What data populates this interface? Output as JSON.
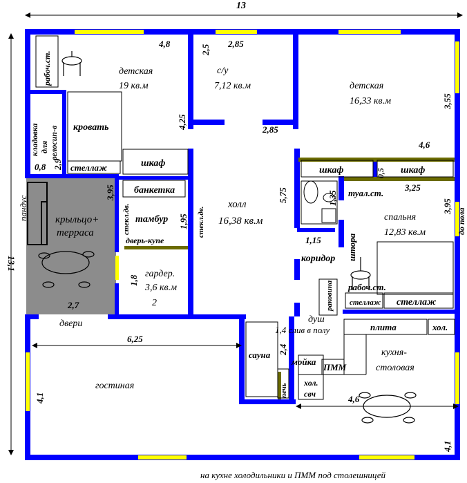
{
  "rooms": {
    "detskaya1_name": "детская",
    "detskaya1_area": "19 кв.м",
    "su_name": "с/у",
    "su_area": "7,12 кв.м",
    "detskaya2_name": "детская",
    "detskaya2_area": "16,33 кв.м",
    "kladovka_1": "кладовка",
    "kladovka_2": "для",
    "kladovka_3": "велосип-в",
    "krovat": "кровать",
    "stellazh1": "стеллаж",
    "shkaf1": "шкаф",
    "shkaf2": "шкаф",
    "shkaf3": "шкаф",
    "banketka": "банкетка",
    "tambur": "тамбур",
    "dver_kupe": "дверь-купе",
    "stekl1": "стекл.дв.",
    "stekl2": "стекл.дв.",
    "kryltso_1": "крыльцо+",
    "kryltso_2": "терраса",
    "garder_name": "гардер.",
    "garder_area": "3,6 кв.м",
    "garder_num": "2",
    "holl_name": "холл",
    "holl_area": "16,38 кв.м",
    "tual": "туал.ст.",
    "spalnya_name": "спальня",
    "spalnya_area": "12,83 кв.м",
    "koridor": "коридор",
    "shtora": "штора",
    "rabst1": "рабоч.ст.",
    "rabst2": "рабоч.ст.",
    "stellazh2": "стеллаж",
    "stellazh3": "стеллаж",
    "rakovina": "раковина",
    "dush": "душ",
    "sliv": "1,4 слив в полу",
    "plita": "плита",
    "hol1": "хол.",
    "sauna": "сауна",
    "pech": "печь",
    "moyka": "мойка",
    "pmm": "ПММ",
    "hol2": "хол.",
    "svch": "свч",
    "kuhnya_1": "кухня-",
    "kuhnya_2": "столовая",
    "gostinaya": "гостиная",
    "dveri": "двери",
    "do_pola": "до пола",
    "pandus": "пандус",
    "note": "на кухне холодильники и ПММ под столешницей"
  },
  "dimensions": {
    "top_total": "13",
    "left_total": "13,1",
    "d_4_8": "4,8",
    "d_2_5": "2,5",
    "d_2_85a": "2,85",
    "d_2_85b": "2,85",
    "d_4_25": "4,25",
    "d_3_55": "3,55",
    "d_4_6a": "4,6",
    "d_0_8": "0,8",
    "d_2_9": "2,9",
    "d_3_95a": "3,95",
    "d_1_95": "1,95",
    "d_5_75": "5,75",
    "d_1_35": "1,35",
    "d_0_5": "0,5",
    "d_3_25": "3,25",
    "d_3_95b": "3,95",
    "d_1_15": "1,15",
    "d_1_8": "1,8",
    "d_2_7": "2,7",
    "d_6_25": "6,25",
    "d_2_4": "2,4",
    "d_4_6b": "4,6",
    "d_4_1a": "4,1",
    "d_4_1b": "4,1"
  },
  "colors": {
    "wall": "#0000ff",
    "window": "#ffff00",
    "door": "#6b6b00",
    "terrace": "#8c8c8c"
  }
}
